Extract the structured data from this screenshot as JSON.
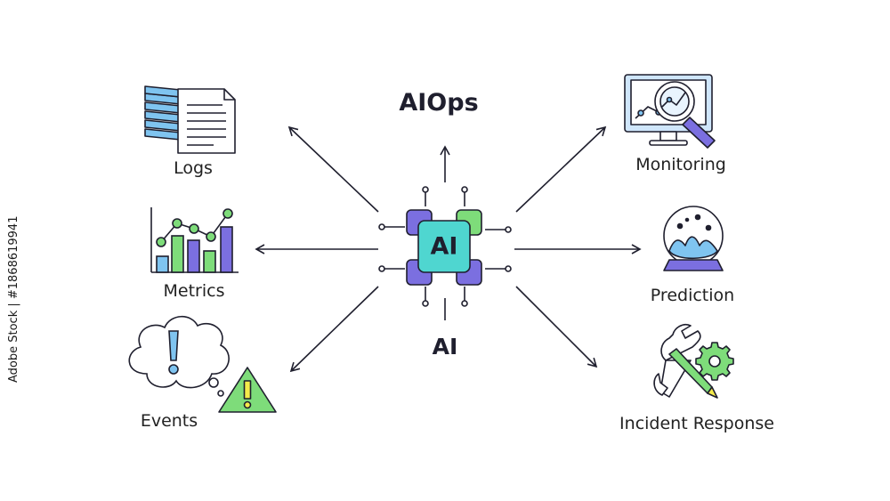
{
  "diagram": {
    "title": "AIOps",
    "center_chip_text": "AI",
    "center_caption": "AI",
    "nodes": {
      "logs": "Logs",
      "metrics": "Metrics",
      "events": "Events",
      "monitoring": "Monitoring",
      "prediction": "Prediction",
      "incident": "Incident Response"
    },
    "watermark": "Adobe Stock | #1868619941"
  },
  "colors": {
    "outline": "#1f1f2e",
    "purple": "#7b6fe0",
    "green": "#7edc7a",
    "blue": "#7fc4f0",
    "teal": "#4fd6d0",
    "yellow": "#f4ea4a",
    "monitor_screen": "#cfe6fb"
  },
  "icons": [
    "documents-icon",
    "bar-chart-icon",
    "thought-bubble-alert-icon",
    "warning-triangle-icon",
    "monitor-magnifier-icon",
    "crystal-ball-icon",
    "wrench-pencil-gear-icon",
    "ai-chip-icon"
  ]
}
